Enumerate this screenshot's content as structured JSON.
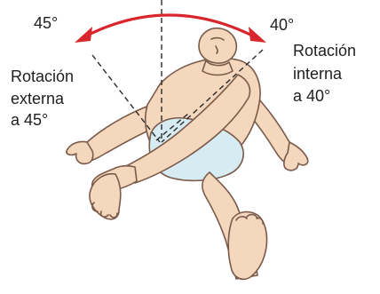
{
  "labels": {
    "left_angle": "45°",
    "right_angle": "40°",
    "external_rotation": [
      "Rotación",
      "externa",
      "a 45°"
    ],
    "internal_rotation": [
      "Rotación",
      "interna",
      "a 40°"
    ]
  },
  "colors": {
    "arrow": "#d9262e",
    "skin": "#f5d7bd",
    "skin_outline": "#7a5a4a",
    "underwear": "#d6ecf2",
    "guide_lines": "#2a2a2a",
    "text": "#1f1f1f"
  },
  "angles": {
    "external_rotation_degrees": 45,
    "internal_rotation_degrees": 40
  }
}
